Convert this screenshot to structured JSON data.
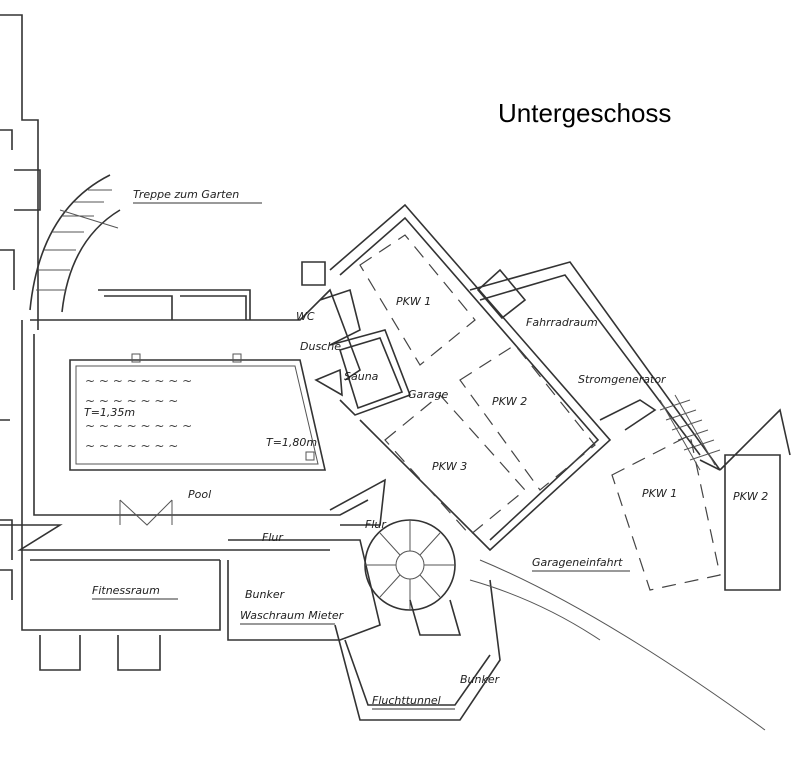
{
  "title": "Untergeschoss",
  "rooms": {
    "stairs_garden": "Treppe zum Garten",
    "wc": "WC",
    "shower": "Dusche",
    "sauna": "Sauna",
    "garage": "Garage",
    "pkw1": "PKW 1",
    "pkw2": "PKW 2",
    "pkw3": "PKW 3",
    "bike_room": "Fahrradraum",
    "generator": "Stromgenerator",
    "outdoor_pkw1": "PKW 1",
    "outdoor_pkw2": "PKW 2",
    "driveway": "Garageneinfahrt",
    "pool": "Pool",
    "depth_shallow": "T=1,35m",
    "depth_deep": "T=1,80m",
    "hall_left": "Flur",
    "hall_right": "Flur",
    "fitness": "Fitnessraum",
    "bunker": "Bunker",
    "laundry": "Waschraum Mieter",
    "bunker_tunnel": "Bunker",
    "escape_tunnel": "Fluchttunnel"
  }
}
